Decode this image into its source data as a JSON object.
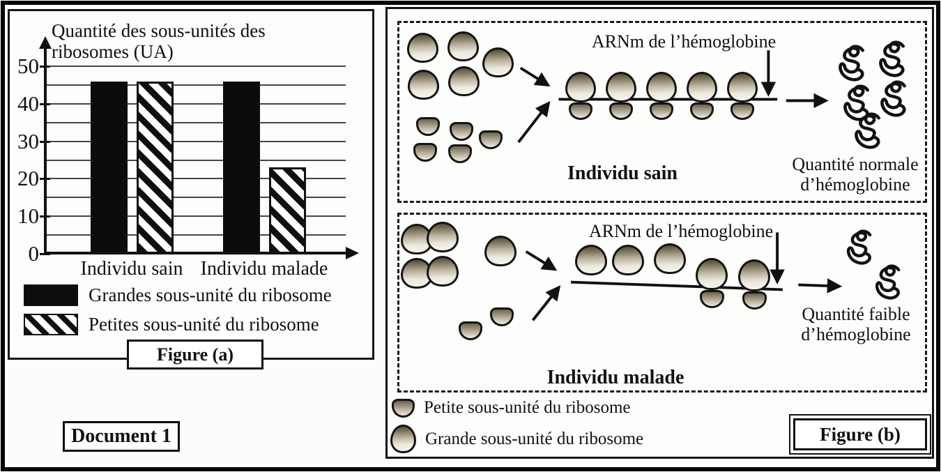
{
  "document_label": "Document 1",
  "figure_a": {
    "caption": "Figure (a)"
  },
  "chart_data": {
    "type": "bar",
    "title": "Quantité des sous-unités des ribosomes (UA)",
    "categories": [
      "Individu sain",
      "Individu malade"
    ],
    "series": [
      {
        "name": "Grandes sous-unité du ribosome",
        "pattern": "solid-black",
        "values": [
          46,
          46
        ]
      },
      {
        "name": "Petites sous-unité du ribosome",
        "pattern": "diagonal-hatch",
        "values": [
          46,
          23
        ]
      }
    ],
    "ylabel_unit": "UA",
    "ylim": [
      0,
      50
    ],
    "ytick_step": 10,
    "gridline_step": 5,
    "grid": true,
    "legend_position": "below"
  },
  "figure_b": {
    "caption": "Figure (b)",
    "panels": [
      {
        "title": "Individu sain",
        "mrna_label": "ARNm de l’hémoglobine",
        "result_label": "Quantité normale d’hémoglobine",
        "counts": {
          "free_large_subunits": 5,
          "free_small_subunits": 5,
          "large_subunits_near_mrna": 0,
          "ribosomes_on_mrna": 5,
          "hemoglobin_molecules": 5
        }
      },
      {
        "title": "Individu malade",
        "mrna_label": "ARNm de l’hémoglobine",
        "result_label": "Quantité faible d’hémoglobine",
        "counts": {
          "free_large_subunits": 5,
          "free_small_subunits": 2,
          "large_subunits_near_mrna": 3,
          "ribosomes_on_mrna": 2,
          "hemoglobin_molecules": 2
        }
      }
    ],
    "legend": [
      {
        "icon": "small-subunit-icon",
        "label": "Petite sous-unité du ribosome"
      },
      {
        "icon": "large-subunit-icon",
        "label": "Grande sous-unité du ribosome"
      }
    ]
  },
  "colors": {
    "ink": "#111111",
    "paper": "#fdfdfb",
    "bar_solid": "#0d0d0d"
  }
}
